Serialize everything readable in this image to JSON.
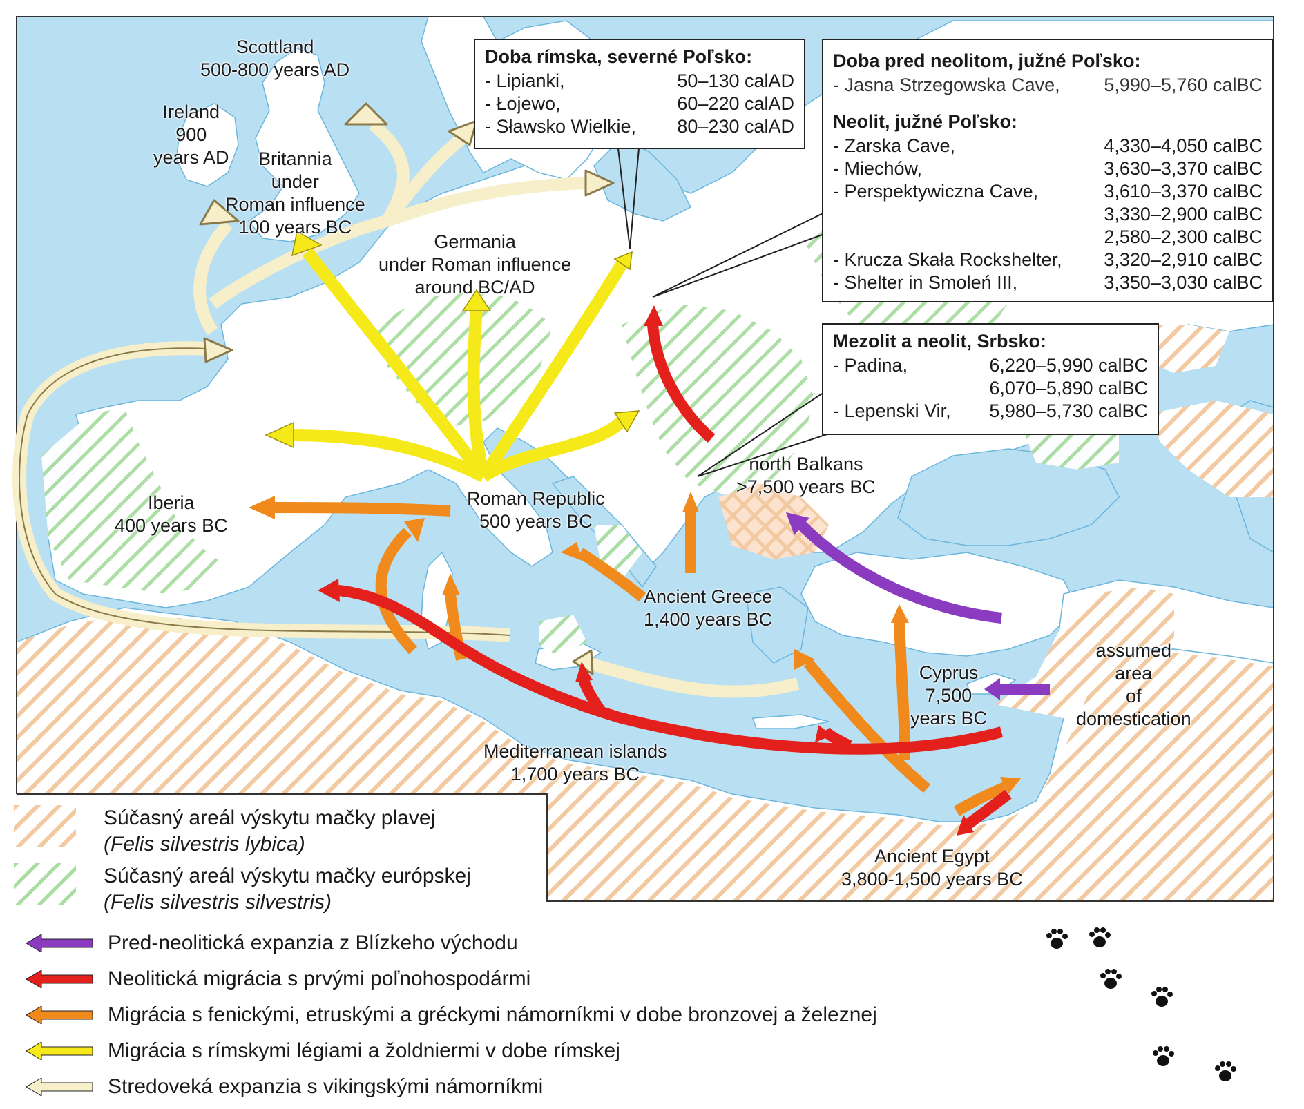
{
  "colors": {
    "sea": "#b9dff2",
    "land": "#ffffff",
    "lybica_hatch": "#f2c9a0",
    "silvestris_hatch": "#a9dca0",
    "purple": "#8a3bbf",
    "red": "#e3201b",
    "orange": "#f08a1c",
    "yellow": "#f6e91a",
    "cream": "#f7efc9"
  },
  "places": {
    "scotland": [
      "Scottland",
      "500-800 years AD"
    ],
    "ireland": [
      "Ireland",
      "900",
      "years AD"
    ],
    "britannia": [
      "Britannia",
      "under",
      "Roman influence",
      "100 years BC"
    ],
    "germania": [
      "Germania",
      "under Roman influence",
      "around BC/AD"
    ],
    "iberia": [
      "Iberia",
      "400 years BC"
    ],
    "roman_republic": [
      "Roman Republic",
      "500 years BC"
    ],
    "north_balkans": [
      "north Balkans",
      ">7,500 years BC"
    ],
    "ancient_greece": [
      "Ancient Greece",
      "1,400 years BC"
    ],
    "cyprus": [
      "Cyprus",
      "7,500",
      "years BC"
    ],
    "domestication": [
      "assumed",
      "area",
      "of",
      "domestication"
    ],
    "med_islands": [
      "Mediterranean islands",
      "1,700 years BC"
    ],
    "egypt": [
      "Ancient Egypt",
      "3,800-1,500 years BC"
    ]
  },
  "boxes": {
    "roman_poland": {
      "title": "Doba rímska, severné Poľsko:",
      "rows": [
        {
          "name": "- Lipianki,",
          "date": "50–130 calAD"
        },
        {
          "name": "- Łojewo,",
          "date": "60–220 calAD"
        },
        {
          "name": "- Sławsko Wielkie,",
          "date": "80–230 calAD"
        }
      ]
    },
    "south_poland": {
      "title1": "Doba pred neolitom, južné Poľsko:",
      "pre_row": {
        "name": "- Jasna Strzegowska Cave,",
        "date": "5,990–5,760 calBC"
      },
      "title2": "Neolit, južné Poľsko:",
      "rows": [
        {
          "name": "- Zarska Cave,",
          "date": "4,330–4,050 calBC"
        },
        {
          "name": "- Miechów,",
          "date": "3,630–3,370 calBC"
        },
        {
          "name": "- Perspektywiczna Cave,",
          "date": "3,610–3,370 calBC"
        },
        {
          "name": "",
          "date": "3,330–2,900 calBC"
        },
        {
          "name": "",
          "date": "2,580–2,300 calBC"
        },
        {
          "name": "- Krucza Skała Rockshelter,",
          "date": "3,320–2,910 calBC"
        },
        {
          "name": "- Shelter in Smoleń III,",
          "date": "3,350–3,030 calBC"
        }
      ]
    },
    "serbia": {
      "title": "Mezolit a neolit, Srbsko:",
      "rows": [
        {
          "name": "- Padina,",
          "date": "6,220–5,990 calBC"
        },
        {
          "name": "",
          "date": "6,070–5,890 calBC"
        },
        {
          "name": "- Lepenski Vir,",
          "date": "5,980–5,730 calBC"
        }
      ]
    }
  },
  "legend": {
    "lybica": {
      "line1": "Súčasný areál výskytu mačky plavej",
      "line2": "(Felis silvestris lybica)"
    },
    "silvestris": {
      "line1": "Súčasný areál výskytu mačky európskej",
      "line2": "(Felis silvestris silvestris)"
    },
    "arrows": [
      {
        "key": "purple",
        "label": "Pred-neolitická expanzia z Blízkeho východu"
      },
      {
        "key": "red",
        "label": "Neolitická migrácia s prvými poľnohospodármi"
      },
      {
        "key": "orange",
        "label": "Migrácia s fenickými, etruskými a gréckymi námorníkmi v dobe bronzovej a železnej"
      },
      {
        "key": "yellow",
        "label": "Migrácia s rímskymi légiami a žoldniermi v dobe rímskej"
      },
      {
        "key": "cream",
        "label": "Stredoveká expanzia s vikingskými námorníkmi"
      }
    ]
  },
  "icons": [
    "paw-print-icon"
  ]
}
